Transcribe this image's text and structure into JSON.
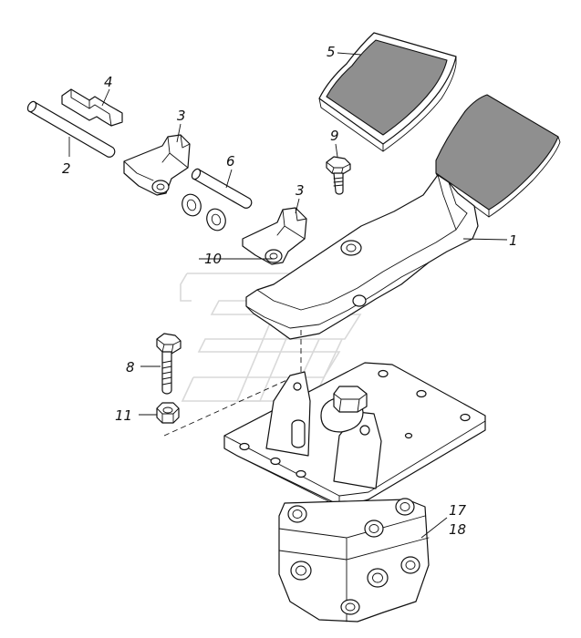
{
  "diagram": {
    "callouts": {
      "c1": "1",
      "c2": "2",
      "c3a": "3",
      "c3b": "3",
      "c4": "4",
      "c5": "5",
      "c6": "6",
      "c8": "8",
      "c9": "9",
      "c10": "10",
      "c11": "11",
      "c17": "17",
      "c18": "18"
    },
    "colors": {
      "line": "#111111",
      "part_fill": "#ffffff",
      "pad_fill": "#8f8f8f",
      "watermark": "#d9d9d9"
    }
  }
}
